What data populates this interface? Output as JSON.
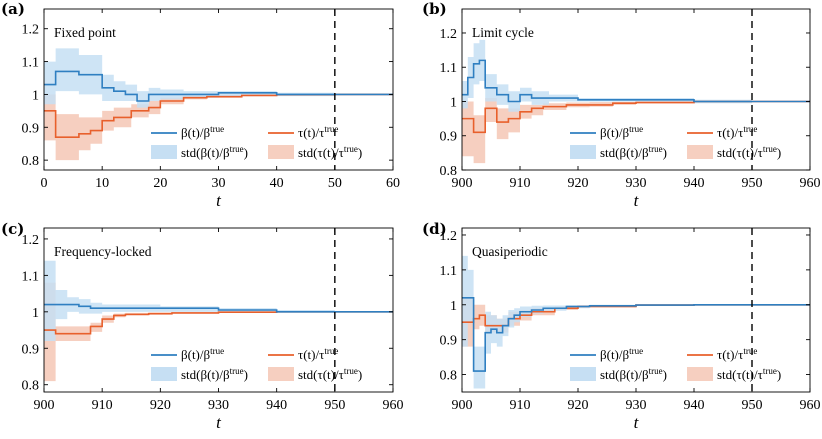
{
  "colors": {
    "beta": "#2f7fc1",
    "tau": "#e8602c",
    "beta_band": "#c6dff3",
    "tau_band": "#f6cfc0"
  },
  "chart_data": [
    {
      "type": "line",
      "panel": "(a)",
      "title": "Fixed point",
      "xlabel": "t",
      "xlim": [
        0,
        60
      ],
      "ylim": [
        0.77,
        1.26
      ],
      "xticks": [
        "0",
        "10",
        "20",
        "30",
        "40",
        "50",
        "60"
      ],
      "yticks": [
        "0.8",
        "0.9",
        "1",
        "1.1",
        "1.2"
      ],
      "vline": 50,
      "legend": [
        "β(t)/β^true",
        "τ(t)/τ^true",
        "std(β(t)/β^true)",
        "std(τ(t)/τ^true)"
      ],
      "series": [
        {
          "name": "β(t)/β^true",
          "x": [
            0,
            2,
            6,
            10,
            12,
            14,
            16,
            18,
            20,
            24,
            30,
            40,
            50,
            60
          ],
          "values": [
            1.03,
            1.07,
            1.06,
            1.02,
            1.01,
            1.0,
            0.98,
            1.0,
            1.0,
            1.0,
            1.005,
            1.0,
            1.0,
            1.0
          ],
          "std_upper": [
            1.1,
            1.14,
            1.12,
            1.06,
            1.04,
            1.03,
            1.01,
            1.02,
            1.015,
            1.01,
            1.01,
            1.005,
            1.0,
            1.0
          ],
          "std_lower": [
            0.97,
            1.01,
            1.0,
            0.98,
            0.98,
            0.98,
            0.96,
            0.98,
            0.985,
            0.99,
            0.995,
            0.995,
            1.0,
            1.0
          ]
        },
        {
          "name": "τ(t)/τ^true",
          "x": [
            0,
            2,
            6,
            8,
            10,
            12,
            15,
            18,
            20,
            24,
            28,
            34,
            40,
            50,
            60
          ],
          "values": [
            0.95,
            0.87,
            0.88,
            0.89,
            0.92,
            0.93,
            0.95,
            0.96,
            0.98,
            0.99,
            0.993,
            0.997,
            0.999,
            1.0,
            1.0
          ],
          "std_upper": [
            1.0,
            0.94,
            0.93,
            0.93,
            0.95,
            0.96,
            0.97,
            0.98,
            0.99,
            0.995,
            0.997,
            0.999,
            1.0,
            1.0,
            1.0
          ],
          "std_lower": [
            0.86,
            0.8,
            0.83,
            0.85,
            0.89,
            0.9,
            0.93,
            0.94,
            0.97,
            0.985,
            0.99,
            0.995,
            0.998,
            1.0,
            1.0
          ]
        }
      ]
    },
    {
      "type": "line",
      "panel": "(b)",
      "title": "Limit cycle",
      "xlabel": "t",
      "xlim": [
        900,
        960
      ],
      "ylim": [
        0.8,
        1.27
      ],
      "xticks": [
        "900",
        "910",
        "920",
        "930",
        "940",
        "950",
        "960"
      ],
      "yticks": [
        "0.8",
        "0.9",
        "1",
        "1.1",
        "1.2"
      ],
      "vline": 950,
      "legend": [
        "β(t)/β^true",
        "τ(t)/τ^true",
        "std(β(t)/β^true)",
        "std(τ(t)/τ^true)"
      ],
      "series": [
        {
          "name": "β(t)/β^true",
          "x": [
            900,
            901,
            902,
            903,
            904,
            906,
            908,
            910,
            912,
            915,
            920,
            930,
            940,
            950,
            960
          ],
          "values": [
            1.02,
            1.07,
            1.11,
            1.12,
            1.04,
            1.02,
            1.0,
            1.02,
            1.01,
            1.01,
            1.005,
            1.005,
            1.0,
            1.0,
            1.0
          ],
          "std_upper": [
            1.06,
            1.13,
            1.17,
            1.18,
            1.08,
            1.05,
            1.03,
            1.04,
            1.03,
            1.02,
            1.01,
            1.01,
            1.005,
            1.0,
            1.0
          ],
          "std_lower": [
            0.98,
            1.01,
            1.05,
            1.06,
            1.0,
            0.99,
            0.97,
            1.0,
            0.99,
            1.0,
            1.0,
            1.0,
            0.995,
            1.0,
            1.0
          ]
        },
        {
          "name": "τ(t)/τ^true",
          "x": [
            900,
            902,
            904,
            906,
            908,
            910,
            912,
            914,
            918,
            922,
            926,
            930,
            940,
            950,
            960
          ],
          "values": [
            0.95,
            0.91,
            0.98,
            0.94,
            0.95,
            0.97,
            0.98,
            0.985,
            0.99,
            0.99,
            0.995,
            0.997,
            1.0,
            1.0,
            1.0
          ],
          "std_upper": [
            1.0,
            0.96,
            1.01,
            0.98,
            0.98,
            0.99,
            0.99,
            0.995,
            0.997,
            0.998,
            0.999,
            1.0,
            1.0,
            1.0,
            1.0
          ],
          "std_lower": [
            0.84,
            0.82,
            0.94,
            0.89,
            0.91,
            0.95,
            0.96,
            0.975,
            0.983,
            0.985,
            0.99,
            0.995,
            0.998,
            1.0,
            1.0
          ]
        }
      ]
    },
    {
      "type": "line",
      "panel": "(c)",
      "title": "Frequency-locked",
      "xlabel": "t",
      "xlim": [
        900,
        960
      ],
      "ylim": [
        0.78,
        1.23
      ],
      "xticks": [
        "900",
        "910",
        "920",
        "930",
        "940",
        "950",
        "960"
      ],
      "yticks": [
        "0.8",
        "0.9",
        "1",
        "1.1",
        "1.2"
      ],
      "vline": 950,
      "legend": [
        "β(t)/β^true",
        "τ(t)/τ^true",
        "std(β(t)/β^true)",
        "std(τ(t)/τ^true)"
      ],
      "series": [
        {
          "name": "β(t)/β^true",
          "x": [
            900,
            902,
            904,
            906,
            908,
            910,
            915,
            920,
            930,
            940,
            950,
            960
          ],
          "values": [
            1.02,
            1.02,
            1.02,
            1.015,
            1.01,
            1.01,
            1.01,
            1.01,
            1.005,
            1.0,
            1.0,
            1.0
          ],
          "std_upper": [
            1.14,
            1.06,
            1.04,
            1.035,
            1.025,
            1.02,
            1.02,
            1.015,
            1.01,
            1.005,
            1.0,
            1.0
          ],
          "std_lower": [
            0.92,
            0.98,
            1.0,
            0.995,
            0.995,
            1.0,
            1.0,
            1.0,
            1.0,
            0.998,
            1.0,
            1.0
          ]
        },
        {
          "name": "τ(t)/τ^true",
          "x": [
            900,
            902,
            905,
            908,
            910,
            912,
            914,
            918,
            922,
            930,
            940,
            950,
            960
          ],
          "values": [
            0.95,
            0.94,
            0.94,
            0.96,
            0.98,
            0.99,
            0.993,
            0.995,
            0.997,
            0.999,
            1.0,
            1.0,
            1.0
          ],
          "std_upper": [
            1.08,
            0.96,
            0.96,
            0.97,
            0.99,
            0.995,
            0.997,
            0.998,
            0.999,
            1.0,
            1.0,
            1.0,
            1.0
          ],
          "std_lower": [
            0.81,
            0.92,
            0.92,
            0.945,
            0.97,
            0.985,
            0.99,
            0.992,
            0.995,
            0.998,
            1.0,
            1.0,
            1.0
          ]
        }
      ]
    },
    {
      "type": "line",
      "panel": "(d)",
      "title": "Quasiperiodic",
      "xlabel": "t",
      "xlim": [
        900,
        960
      ],
      "ylim": [
        0.75,
        1.22
      ],
      "xticks": [
        "900",
        "910",
        "920",
        "930",
        "940",
        "950",
        "960"
      ],
      "yticks": [
        "0.8",
        "0.9",
        "1",
        "1.1",
        "1.2"
      ],
      "vline": 950,
      "legend": [
        "β(t)/β^true",
        "τ(t)/τ^true",
        "std(β(t)/β^true)",
        "std(τ(t)/τ^true)"
      ],
      "series": [
        {
          "name": "β(t)/β^true",
          "x": [
            900,
            901,
            902,
            904,
            905,
            906,
            907,
            908,
            909,
            910,
            912,
            914,
            918,
            922,
            930,
            940,
            950,
            960
          ],
          "values": [
            1.02,
            1.02,
            0.81,
            0.92,
            0.93,
            0.92,
            0.94,
            0.96,
            0.97,
            0.98,
            0.985,
            0.99,
            0.995,
            0.997,
            0.999,
            1.0,
            1.0,
            1.0
          ],
          "std_upper": [
            1.14,
            1.1,
            0.88,
            0.98,
            0.97,
            0.96,
            0.97,
            0.985,
            0.99,
            0.995,
            0.997,
            0.998,
            0.999,
            1.0,
            1.0,
            1.0,
            1.0,
            1.0
          ],
          "std_lower": [
            0.88,
            0.95,
            0.76,
            0.86,
            0.89,
            0.88,
            0.91,
            0.935,
            0.95,
            0.965,
            0.975,
            0.983,
            0.99,
            0.995,
            0.998,
            1.0,
            1.0,
            1.0
          ]
        },
        {
          "name": "τ(t)/τ^true",
          "x": [
            900,
            902,
            903,
            904,
            906,
            908,
            910,
            912,
            916,
            920,
            930,
            940,
            950,
            960
          ],
          "values": [
            0.95,
            0.96,
            0.97,
            0.94,
            0.94,
            0.96,
            0.97,
            0.98,
            0.99,
            0.995,
            0.999,
            1.0,
            1.0,
            1.0
          ],
          "std_upper": [
            1.02,
            1.0,
            1.0,
            0.97,
            0.96,
            0.98,
            0.985,
            0.99,
            0.995,
            0.998,
            1.0,
            1.0,
            1.0,
            1.0
          ],
          "std_lower": [
            0.88,
            0.93,
            0.94,
            0.92,
            0.92,
            0.94,
            0.955,
            0.97,
            0.985,
            0.992,
            0.998,
            1.0,
            1.0,
            1.0
          ]
        }
      ]
    }
  ]
}
